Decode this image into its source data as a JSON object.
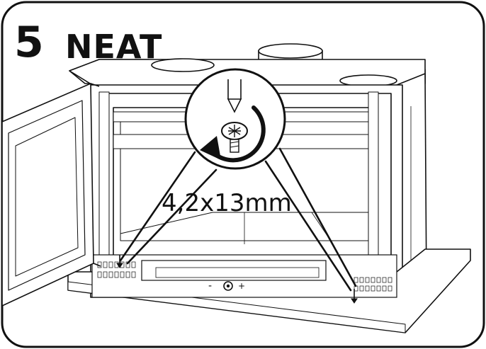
{
  "header": {
    "step_number": "5",
    "title": "NEAT"
  },
  "callout": {
    "screw_size": "4,2x13mm",
    "rotation": "clockwise"
  },
  "control": {
    "minus": "-",
    "plus": "+"
  }
}
